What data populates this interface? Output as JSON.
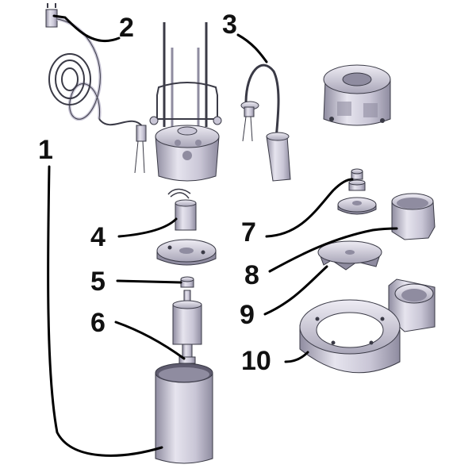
{
  "colors": {
    "body_light": "#e6e4ee",
    "body_mid": "#c9c6d6",
    "body_dark": "#8f8ca0",
    "outline": "#3a3a46",
    "leader": "#000000",
    "label": "#111111"
  },
  "callouts": [
    {
      "id": "1",
      "label": "1",
      "part": "motor-housing-cable"
    },
    {
      "id": "2",
      "label": "2",
      "part": "power-plug"
    },
    {
      "id": "3",
      "label": "3",
      "part": "float-switch"
    },
    {
      "id": "4",
      "label": "4",
      "part": "capacitor"
    },
    {
      "id": "5",
      "label": "5",
      "part": "bearing"
    },
    {
      "id": "6",
      "label": "6",
      "part": "rotor-shaft"
    },
    {
      "id": "7",
      "label": "7",
      "part": "impeller-nut"
    },
    {
      "id": "8",
      "label": "8",
      "part": "pump-cover"
    },
    {
      "id": "9",
      "label": "9",
      "part": "impeller"
    },
    {
      "id": "10",
      "label": "10",
      "part": "volute-base"
    }
  ]
}
